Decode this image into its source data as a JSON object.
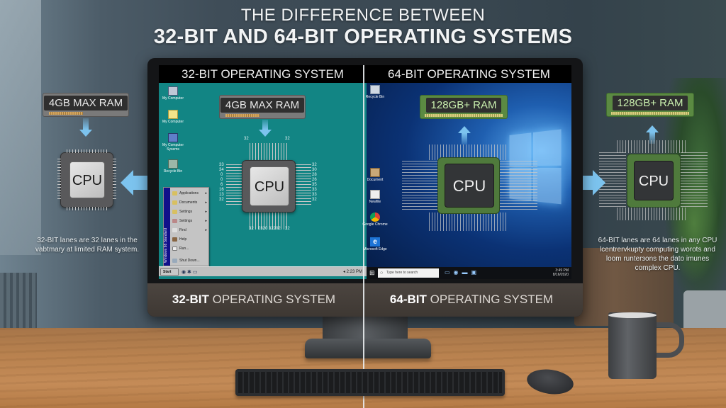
{
  "title": {
    "line1": "THE DIFFERENCE BETWEEN",
    "line2": "32-BIT AND 64-BIT OPERATING SYSTEMS"
  },
  "left_side": {
    "ram_label": "4GB MAX RAM",
    "cpu_label": "CPU",
    "description": "32-BIT lanes are 32 lanes in the vabtmary at limited RAM system."
  },
  "right_side": {
    "ram_label": "128GB+ RAM",
    "cpu_label": "CPU",
    "description": "64-BIT lanes are 64 lanes in any CPU lcentrervkupty computing worots and loom runterзons the dato imunes complex CPU."
  },
  "screen32": {
    "header": "32-BIT OPERATING SYSTEM",
    "ram_label": "4GB MAX RAM",
    "cpu_label": "CPU",
    "lane_numbers_top": [
      "32",
      "32"
    ],
    "lane_numbers_left": [
      "33",
      "34",
      "0",
      "0",
      "6",
      "16",
      "13",
      "32"
    ],
    "lane_numbers_right": [
      "32",
      "30",
      "28",
      "26",
      "35",
      "33",
      "33",
      "32"
    ],
    "lane_numbers_bottom": [
      "32",
      "0320",
      "32202",
      "32"
    ],
    "desktop_icons": [
      {
        "label": "My Computer",
        "icon": "computer-icon"
      },
      {
        "label": "My Computer",
        "icon": "folder-icon"
      },
      {
        "label": "My Computer Sysems",
        "icon": "network-icon"
      },
      {
        "label": "Recycle Bin",
        "icon": "recycle-bin-icon"
      }
    ],
    "start_menu": {
      "band_text": "Windows 98 Standard",
      "items": [
        {
          "label": "Applications",
          "submenu": true
        },
        {
          "label": "Documents",
          "submenu": true
        },
        {
          "label": "Settings",
          "submenu": true
        },
        {
          "label": "Settings",
          "submenu": true
        },
        {
          "label": "Find",
          "submenu": true
        },
        {
          "label": "Help",
          "submenu": false
        },
        {
          "label": "Run...",
          "submenu": false
        },
        {
          "label": "Shut Down...",
          "submenu": false
        }
      ]
    },
    "taskbar": {
      "start_label": "Start",
      "clock": "2:23 PM"
    }
  },
  "screen64": {
    "header": "64-BIT OPERATING SYSTEM",
    "ram_label": "128GB+ RAM",
    "cpu_label": "CPU",
    "desktop_icons": [
      {
        "label": "Recycle Bin",
        "icon": "recycle-bin-icon"
      },
      {
        "label": "Document",
        "icon": "document-icon"
      },
      {
        "label": "Newfile",
        "icon": "file-icon"
      },
      {
        "label": "Google Chrome",
        "icon": "chrome-icon"
      },
      {
        "label": "Microsoft Edge",
        "icon": "edge-icon"
      }
    ],
    "taskbar": {
      "search_placeholder": "Type here to search",
      "time": "3:49 PM",
      "date": "8/16/2020"
    }
  },
  "bezel": {
    "left_bold": "32-BIT",
    "left_rest": " OPERATING SYSTEM",
    "right_bold": "64-BIT",
    "right_rest": " OPERATING SYSTEM"
  },
  "colors": {
    "win98_teal": "#128584",
    "arrow_blue": "#7cc3ee",
    "ram64_green": "#5b8a42"
  }
}
